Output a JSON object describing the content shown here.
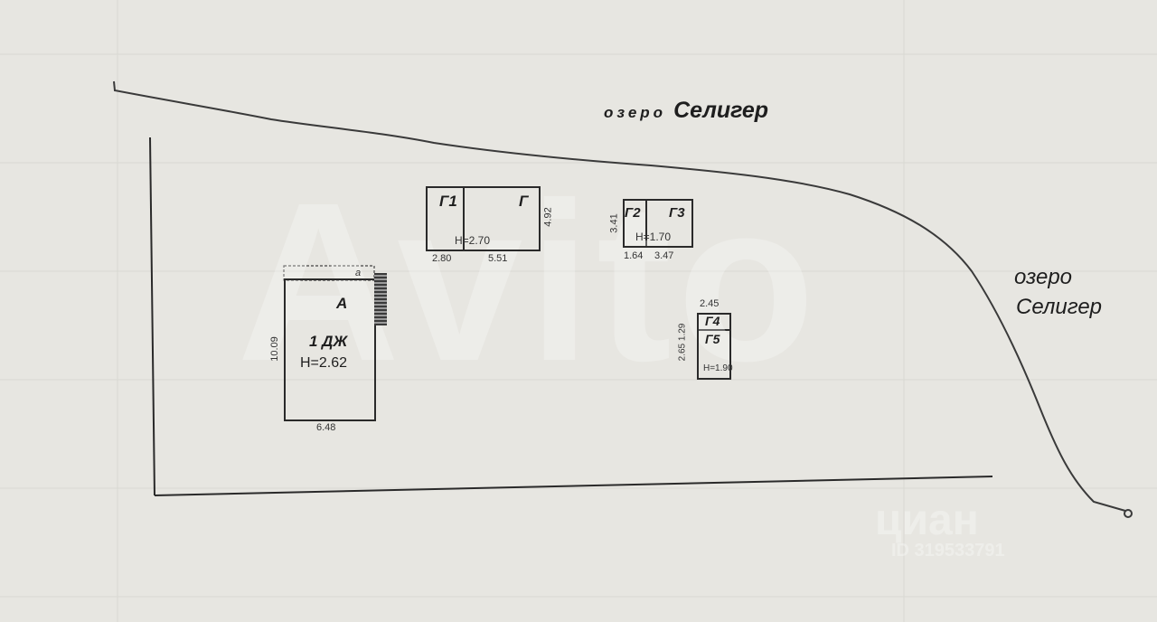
{
  "lake_top": {
    "word1": "озеро",
    "word2": "Селигер"
  },
  "lake_right": {
    "word1": "озеро",
    "word2": "Селигер"
  },
  "house": {
    "label_a": "А",
    "label_a_small": "а",
    "name": "1 ДЖ",
    "height": "Н=2.62",
    "dim_side": "10.09",
    "dim_bottom": "6.48"
  },
  "garage_g": {
    "label_g1": "Г1",
    "label_g": "Г",
    "height": "Н=2.70",
    "dim_left": "2.80",
    "dim_mid": "5.51",
    "dim_side": "4.92"
  },
  "shed_g2": {
    "label_g2": "Г2",
    "label_g3": "Г3",
    "height": "Н=1.70",
    "dim_side": "3.41",
    "dim_left": "1.64",
    "dim_right": "3.47"
  },
  "shed_g4": {
    "label_g4": "Г4",
    "label_g5": "Г5",
    "height": "Н=1.90",
    "dim_top": "2.45",
    "dim_side": "2.65 1.29"
  },
  "watermarks": {
    "avito": "Avito",
    "cian": "циан",
    "cian_id": "ID 319533791"
  }
}
